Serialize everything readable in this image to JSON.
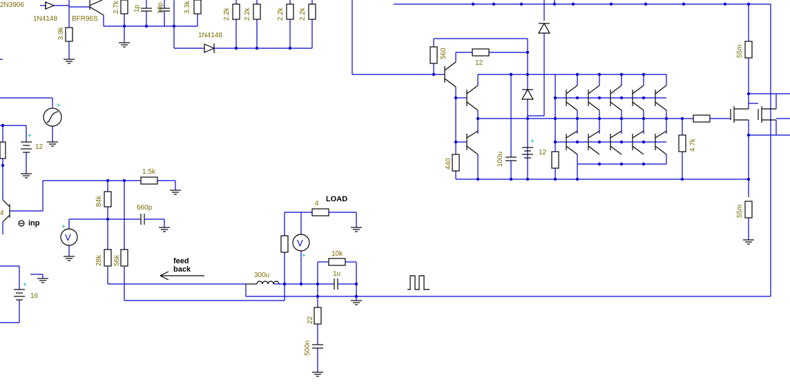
{
  "labels": {
    "q_2n3906": "2N3906",
    "d_1n4148_top": "1N4148",
    "q_bfr96s": "BFR96S",
    "r_3_9k": "3.9k",
    "r_2_7k": "2.7k",
    "c_1p": "1p",
    "c_10p": "10p",
    "r_3_3k": "3.3k",
    "d_1n4148_mid": "1N4148",
    "r_2_2k_a": "2.2k",
    "r_2_2k_b": "2.2k",
    "r_2_2k_c": "2.2k",
    "r_2_2k_d": "2.2k",
    "batt_12_left": "12",
    "r_1_5k": "1.5k",
    "r_84k": "84k",
    "c_660p": "660p",
    "r_28k": "28k",
    "r_56k": "56k",
    "inp": "inp",
    "q_left_num": "4",
    "feedback_1": "feed",
    "feedback_2": "back",
    "batt_16": "16",
    "l_300u": "300u",
    "load_r": "4",
    "load_text": "LOAD",
    "r_10k": "10k",
    "c_1u": "1u",
    "r_22": "22",
    "c_500n": "500n",
    "r_560": "560",
    "r_12": "12",
    "r_440": "440",
    "c_100u": "100u",
    "batt_12_right": "12",
    "r_4_7k": "4.7k",
    "r_55m_top": "55m",
    "r_55m_bot": "55m",
    "plus": "+",
    "meter": "V"
  }
}
